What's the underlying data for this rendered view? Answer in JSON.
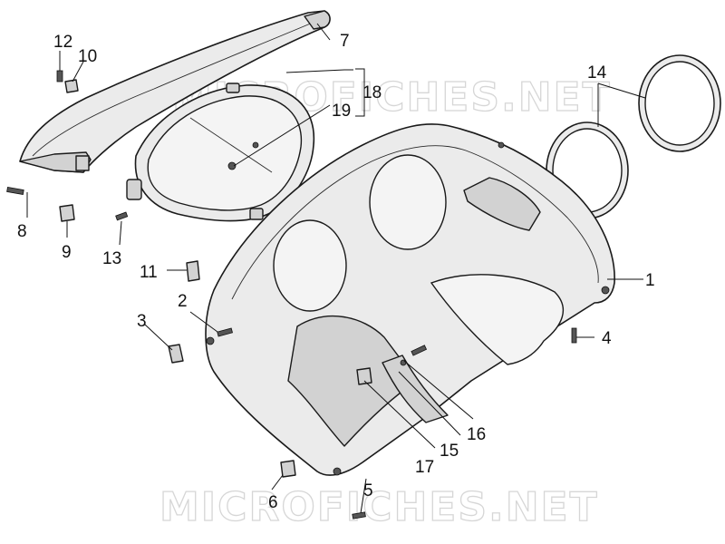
{
  "watermarks": [
    "MICROFICHES.NET",
    "MICROFICHES.NET"
  ],
  "callouts": [
    {
      "id": "1",
      "label": "1"
    },
    {
      "id": "2",
      "label": "2"
    },
    {
      "id": "3",
      "label": "3"
    },
    {
      "id": "4",
      "label": "4"
    },
    {
      "id": "5",
      "label": "5"
    },
    {
      "id": "6",
      "label": "6"
    },
    {
      "id": "7",
      "label": "7"
    },
    {
      "id": "8",
      "label": "8"
    },
    {
      "id": "9",
      "label": "9"
    },
    {
      "id": "10",
      "label": "10"
    },
    {
      "id": "11",
      "label": "11"
    },
    {
      "id": "12",
      "label": "12"
    },
    {
      "id": "13",
      "label": "13"
    },
    {
      "id": "14",
      "label": "14"
    },
    {
      "id": "15",
      "label": "15"
    },
    {
      "id": "16",
      "label": "16"
    },
    {
      "id": "17",
      "label": "17"
    },
    {
      "id": "18",
      "label": "18"
    },
    {
      "id": "19",
      "label": "19"
    }
  ]
}
